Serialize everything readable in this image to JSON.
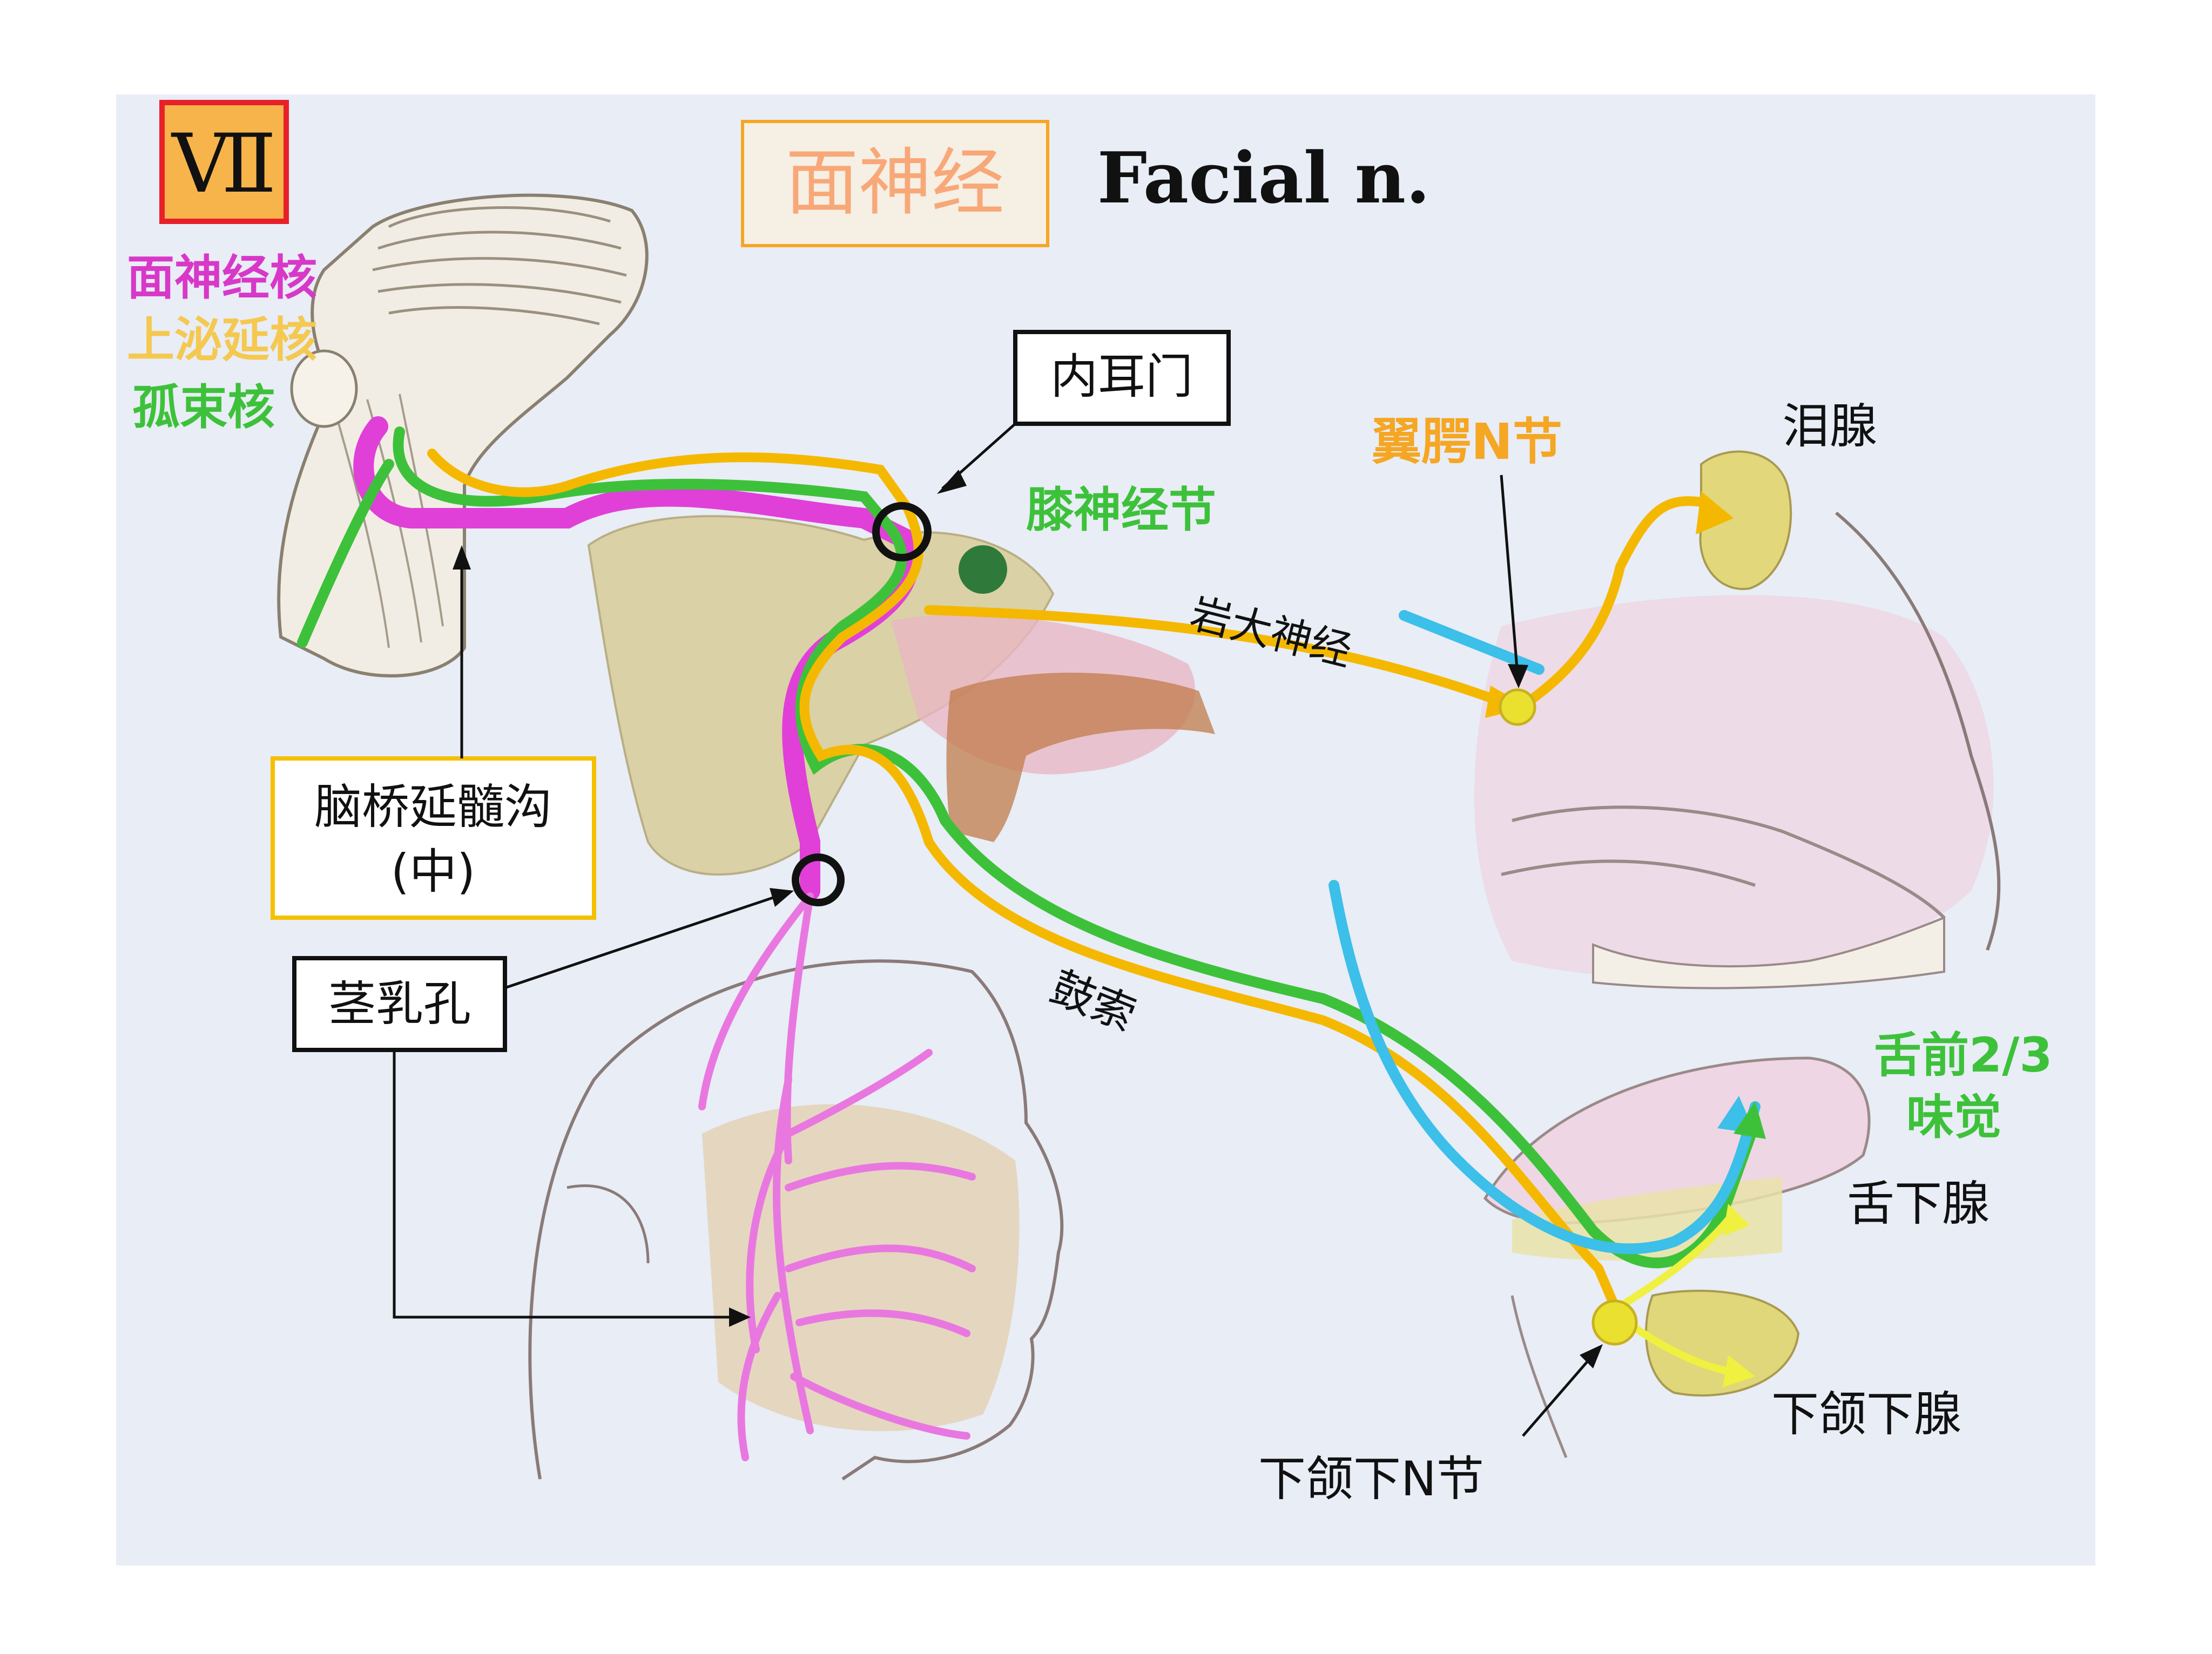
{
  "title_box": {
    "roman_numeral": "Ⅶ",
    "chinese_title": "面神经",
    "english_title": "Facial n."
  },
  "nuclei": {
    "facial_nucleus": "面神经核",
    "superior_salivatory_nucleus": "上泌延核",
    "solitary_nucleus": "孤束核"
  },
  "labels": {
    "internal_acoustic_meatus": "内耳门",
    "geniculate_ganglion": "膝神经节",
    "pterygopalatine_ganglion": "翼腭N节",
    "lacrimal_gland": "泪腺",
    "greater_petrosal_nerve": "岩大神经",
    "pontomedullary_sulcus_line1": "脑桥延髓沟",
    "pontomedullary_sulcus_line2": "(中)",
    "stylomastoid_foramen": "茎乳孔",
    "chorda_tympani": "鼓索",
    "taste_line1": "舌前2/3",
    "taste_line2": "味觉",
    "sublingual_gland": "舌下腺",
    "submandibular_gland": "下颌下腺",
    "submandibular_ganglion": "下颌下N节"
  },
  "colors": {
    "motor_facial": "#e040d8",
    "parasympathetic": "#f5b800",
    "taste": "#3ec13a",
    "sensory_blue": "#3cbfe8",
    "yellow_bright": "#f0f040",
    "frame_red": "#e8202a",
    "frame_orange": "#f5a623",
    "background": "#e8edf6"
  }
}
